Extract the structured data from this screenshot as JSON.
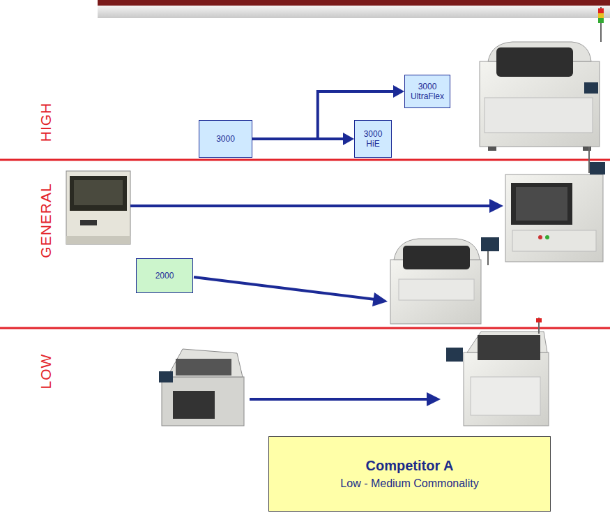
{
  "diagram": {
    "nodes": [
      {
        "text": [
          "3000"
        ]
      },
      {
        "text": [
          "3000 UltraFlex"
        ]
      },
      {
        "text": [
          "3000 HiE"
        ]
      },
      {
        "text": [
          "2000"
        ]
      },
      {
        "text": [
          "Competitor A",
          "Low - Medium Commonality"
        ]
      }
    ],
    "edges": [
      {
        "from": 0,
        "to": 1,
        "arrow": "to"
      },
      {
        "from": 0,
        "to": 2,
        "arrow": "to"
      }
    ],
    "labels": [
      "HIGH",
      "GENERAL",
      "LOW"
    ]
  }
}
